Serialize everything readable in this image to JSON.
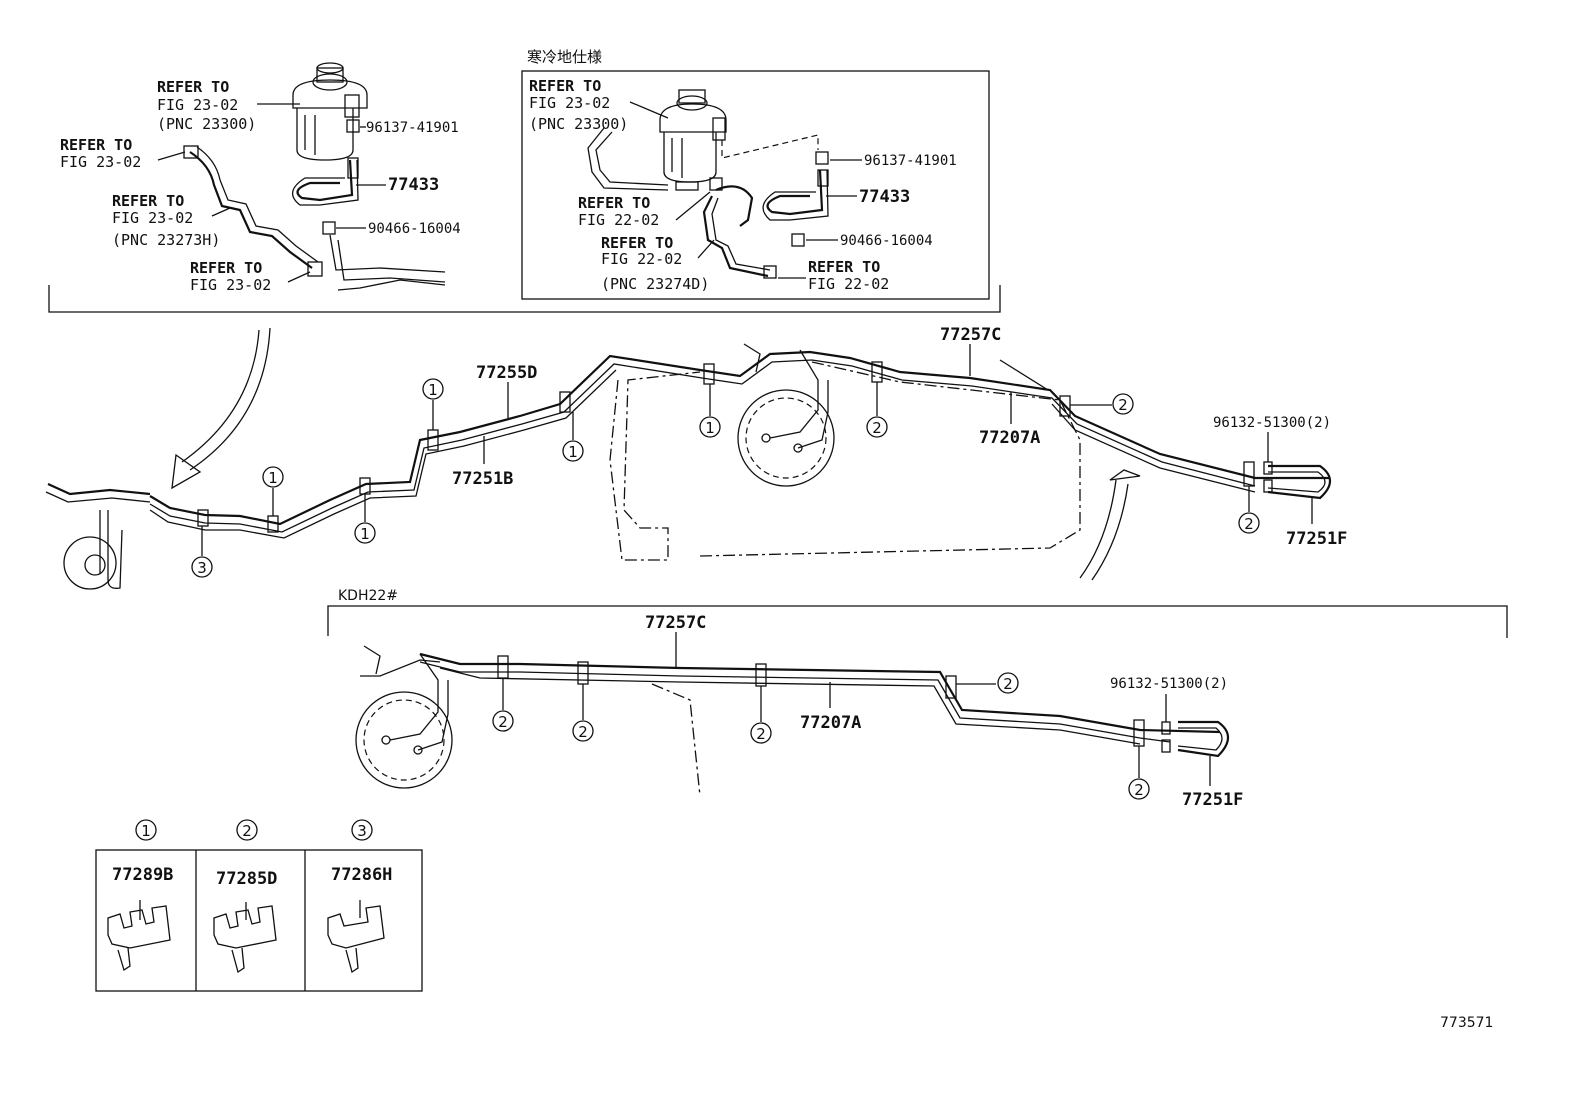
{
  "labels": {
    "refer_2302_a": [
      "REFER TO",
      "FIG 23-02",
      "(PNC 23300)"
    ],
    "refer_2302_b": [
      "REFER TO",
      "FIG 23-02"
    ],
    "refer_2302_c": [
      "REFER TO",
      "FIG 23-02",
      "(PNC 23273H)"
    ],
    "refer_2302_d": [
      "REFER TO",
      "FIG 23-02"
    ],
    "p_96137_l": "96137-41901",
    "p_77433_l": "77433",
    "p_90466_l": "90466-16004",
    "cold_title": "寒冷地仕様",
    "cold_refer_a": [
      "REFER TO",
      "FIG 23-02",
      "(PNC 23300)"
    ],
    "cold_refer_b": [
      "REFER TO",
      "FIG 22-02"
    ],
    "cold_refer_c": [
      "REFER TO",
      "FIG 22-02",
      "(PNC 23274D)"
    ],
    "cold_refer_d": [
      "REFER TO",
      "FIG 22-02"
    ],
    "p_96137_r": "96137-41901",
    "p_77433_r": "77433",
    "p_90466_r": "90466-16004",
    "main": {
      "p_77255D": "77255D",
      "p_77251B": "77251B",
      "p_77257C": "77257C",
      "p_77207A": "77207A",
      "p_96132": "96132-51300(2)",
      "p_77251F": "77251F"
    },
    "kdh": {
      "title": "KDH22#",
      "p_77257C": "77257C",
      "p_77207A": "77207A",
      "p_96132": "96132-51300(2)",
      "p_77251F": "77251F"
    },
    "clamps": [
      {
        "mark": "1",
        "part": "77289B"
      },
      {
        "mark": "2",
        "part": "77285D"
      },
      {
        "mark": "3",
        "part": "77286H"
      }
    ],
    "callouts": {
      "one": "1",
      "two": "2",
      "three": "3"
    },
    "figure_id": "773571"
  }
}
